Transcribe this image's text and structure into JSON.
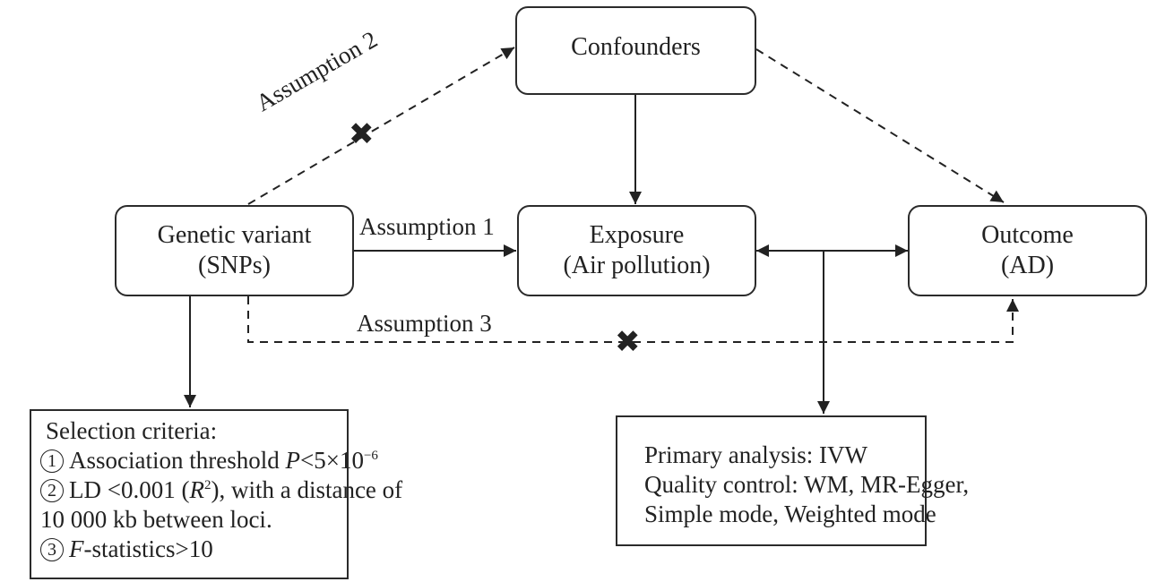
{
  "nodes": {
    "confounders": {
      "label": "Confounders"
    },
    "genetic_variant": {
      "line1": "Genetic variant",
      "line2": "(SNPs)"
    },
    "exposure": {
      "line1": "Exposure",
      "line2": "(Air pollution)"
    },
    "outcome": {
      "line1": "Outcome",
      "line2": "(AD)"
    }
  },
  "edges": {
    "assumption1": "Assumption 1",
    "assumption2": "Assumption 2",
    "assumption3": "Assumption 3",
    "violation_mark": "✖"
  },
  "selection_criteria": {
    "title": "Selection criteria:",
    "items": [
      {
        "marker": "1",
        "text": "Association threshold ",
        "var": "P",
        "rest": "<5×10",
        "sup": "−6"
      },
      {
        "marker": "2",
        "text": "LD <0.001 (",
        "var": "R",
        "sup": "2",
        "rest": "), with a distance of"
      },
      {
        "continuation": "10 000 kb between loci."
      },
      {
        "marker": "3",
        "var": "F",
        "rest": "-statistics>10"
      }
    ]
  },
  "analysis": {
    "line1": "Primary analysis: IVW",
    "line2": "Quality control: WM, MR-Egger,",
    "line3": "Simple mode, Weighted mode"
  }
}
